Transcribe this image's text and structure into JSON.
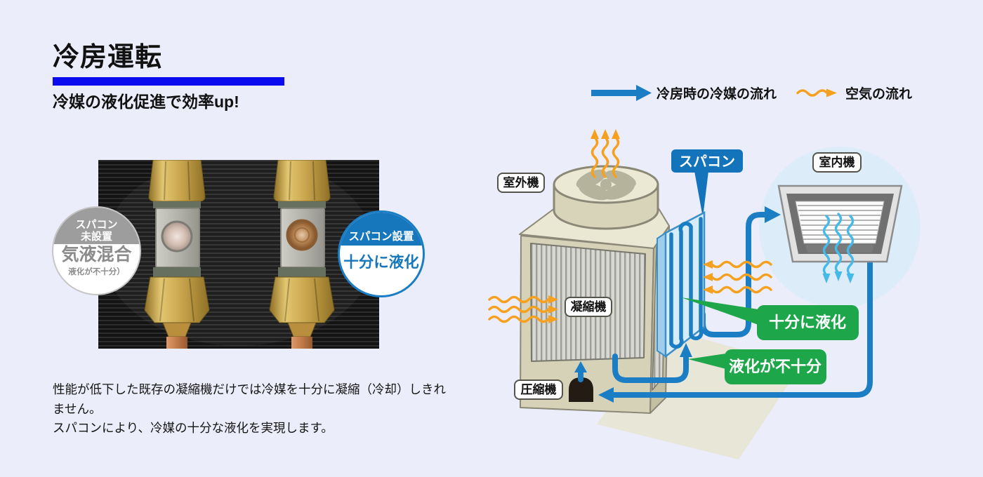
{
  "header": {
    "title": "冷房運転",
    "subtitle": "冷媒の液化促進で効率up!"
  },
  "legend": {
    "refrigerant": "冷房時の冷媒の流れ",
    "air": "空気の流れ"
  },
  "photo": {
    "badge_without": {
      "l1": "スパコン",
      "l2": "未設置",
      "main": "気液混合",
      "note": "液化が不十分）"
    },
    "badge_with": {
      "l1": "スパコン設置",
      "main": "十分に液化"
    }
  },
  "diagram": {
    "labels": {
      "outdoor": "室外機",
      "indoor": "室内機",
      "condenser": "凝縮機",
      "compressor": "圧縮機",
      "supercon": "スパコン"
    },
    "callouts": {
      "ok": "十分に液化",
      "ng": "液化が不十分"
    }
  },
  "description": {
    "text": "性能が低下した既存の凝縮機だけでは冷媒を十分に凝縮（冷却）しきれ\nません。\nスパコンにより、冷媒の十分な液化を実現します。"
  },
  "colors": {
    "accent_blue": "#0b0bf0",
    "pipe_blue": "#1b7ec5",
    "label_blue": "#1374bc",
    "green": "#1ea64a",
    "orange": "#f5a01e",
    "air_blue": "#45b9e8",
    "body_beige": "#d5d2b8",
    "background": "#ecedfa"
  }
}
